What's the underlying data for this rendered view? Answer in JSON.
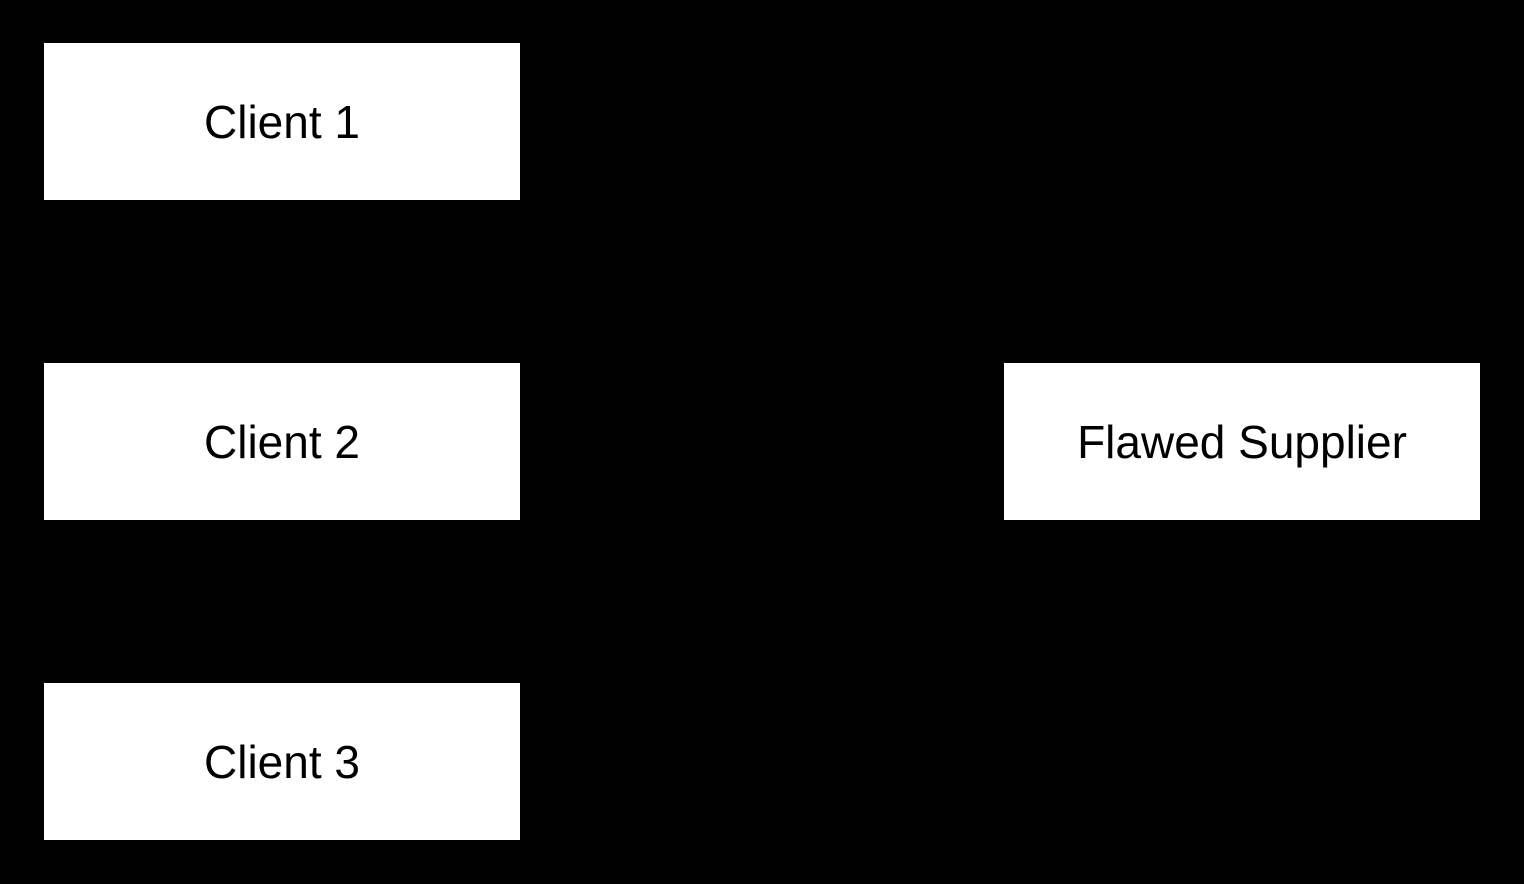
{
  "diagram": {
    "background_color": "#000000",
    "node_fill_color": "#ffffff",
    "node_text_color": "#000000",
    "nodes": {
      "client1": {
        "label": "Client 1"
      },
      "client2": {
        "label": "Client 2"
      },
      "client3": {
        "label": "Client 3"
      },
      "flawed_supplier": {
        "label": "Flawed Supplier"
      }
    }
  }
}
